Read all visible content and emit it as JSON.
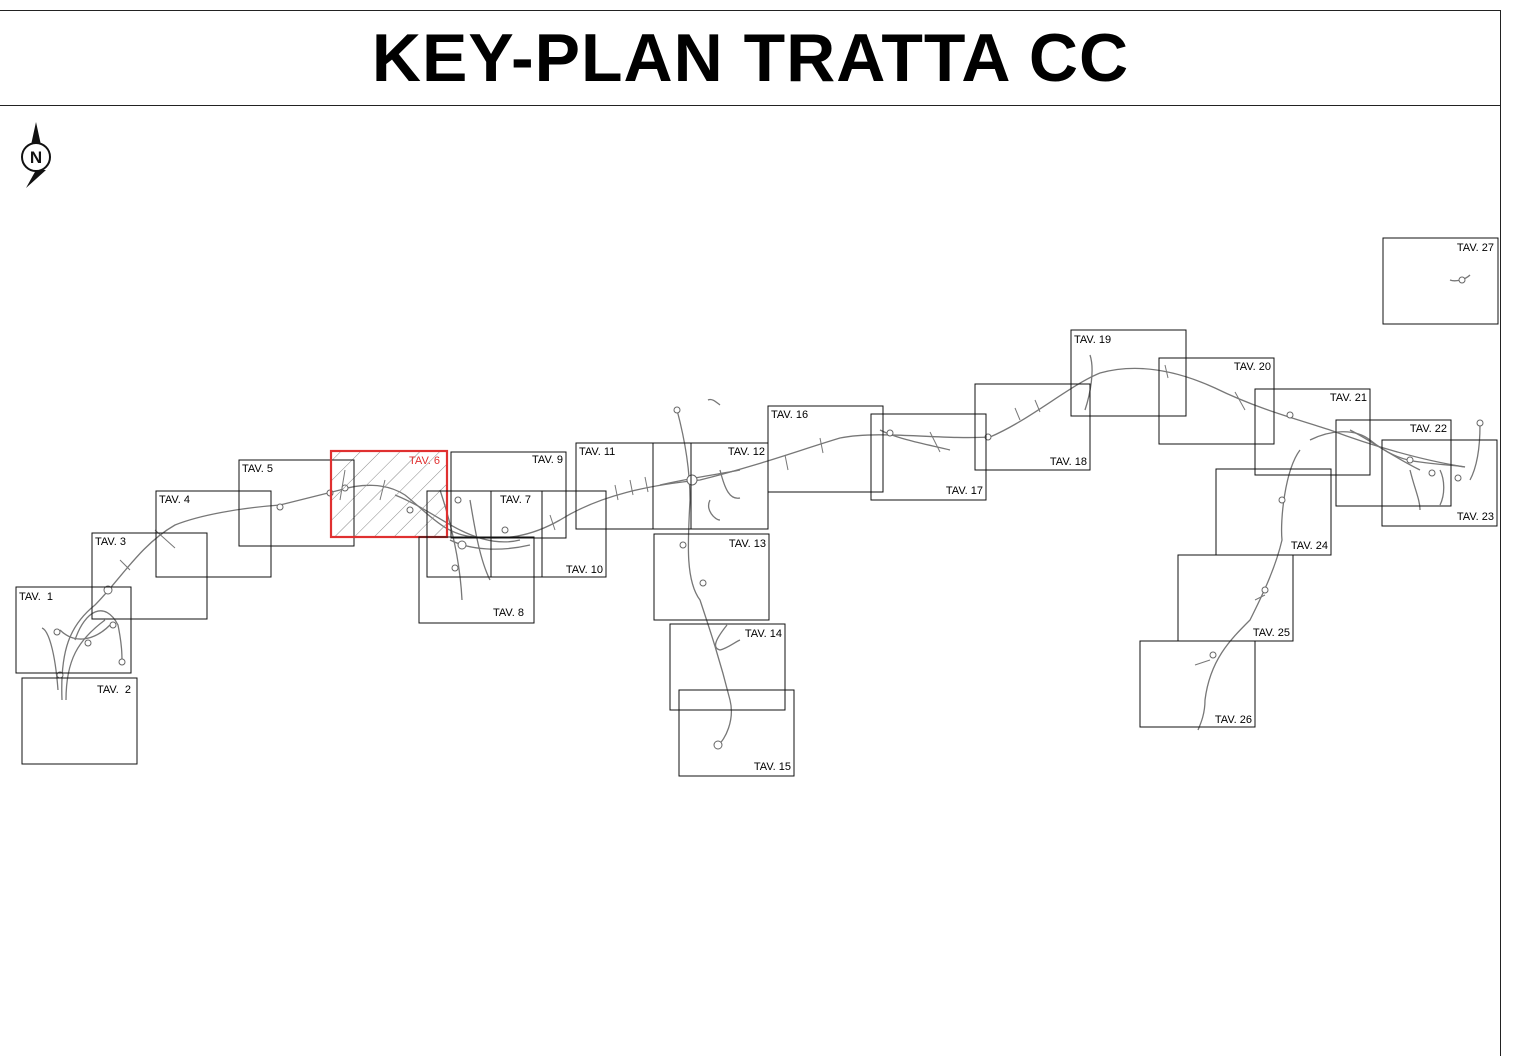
{
  "title": "KEY-PLAN TRATTA CC",
  "north_arrow": {
    "icon": "north-arrow-icon",
    "letter": "N"
  },
  "highlight_color": "#e03030",
  "sheets": [
    {
      "label": "TAV.  1",
      "selected": false
    },
    {
      "label": "TAV.  2",
      "selected": false
    },
    {
      "label": "TAV. 3",
      "selected": false
    },
    {
      "label": "TAV. 4",
      "selected": false
    },
    {
      "label": "TAV. 5",
      "selected": false
    },
    {
      "label": "TAV. 6",
      "selected": true
    },
    {
      "label": "TAV. 7",
      "selected": false
    },
    {
      "label": "TAV. 8",
      "selected": false
    },
    {
      "label": "TAV. 9",
      "selected": false
    },
    {
      "label": "TAV. 10",
      "selected": false
    },
    {
      "label": "TAV. 11",
      "selected": false
    },
    {
      "label": "TAV. 12",
      "selected": false
    },
    {
      "label": "TAV. 13",
      "selected": false
    },
    {
      "label": "TAV. 14",
      "selected": false
    },
    {
      "label": "TAV. 15",
      "selected": false
    },
    {
      "label": "TAV. 16",
      "selected": false
    },
    {
      "label": "TAV. 17",
      "selected": false
    },
    {
      "label": "TAV. 18",
      "selected": false
    },
    {
      "label": "TAV. 19",
      "selected": false
    },
    {
      "label": "TAV. 20",
      "selected": false
    },
    {
      "label": "TAV. 21",
      "selected": false
    },
    {
      "label": "TAV. 22",
      "selected": false
    },
    {
      "label": "TAV. 23",
      "selected": false
    },
    {
      "label": "TAV. 24",
      "selected": false
    },
    {
      "label": "TAV. 25",
      "selected": false
    },
    {
      "label": "TAV. 26",
      "selected": false
    },
    {
      "label": "TAV. 27",
      "selected": false
    }
  ]
}
